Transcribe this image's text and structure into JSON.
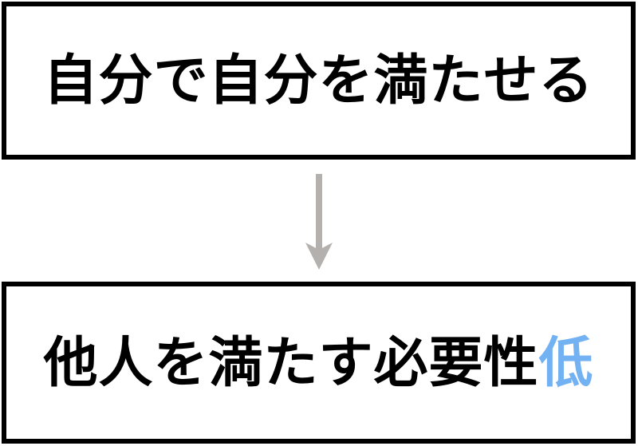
{
  "diagram": {
    "top_box": {
      "text": "自分で自分を満たせる"
    },
    "arrow": {
      "direction": "down",
      "color": "#B3B0AD"
    },
    "bottom_box": {
      "text_main": "他人を満たす必要性",
      "text_highlight": "低",
      "highlight_color": "#73B2F2"
    },
    "colors": {
      "background": "#FFFFFF",
      "box_border": "#000000",
      "box_fill": "#FFFFFF",
      "text": "#000000"
    }
  }
}
